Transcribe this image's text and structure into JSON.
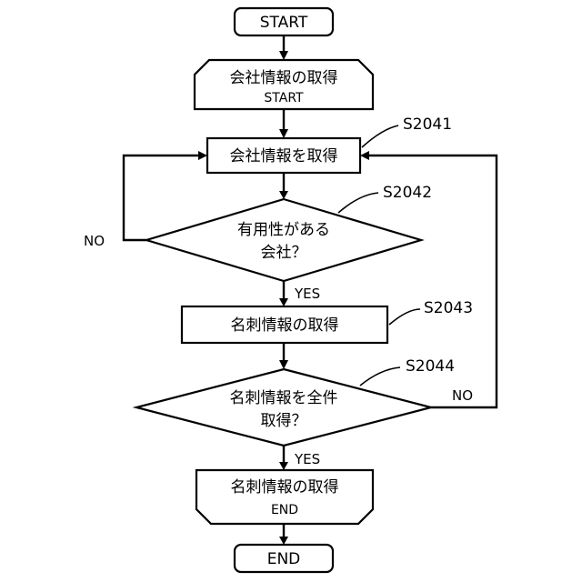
{
  "flowchart": {
    "start_terminal": "START",
    "end_terminal": "END",
    "loop_start": {
      "label": "会社情報の取得",
      "sublabel": "START"
    },
    "get_company": {
      "label": "会社情報を取得",
      "step": "S2041"
    },
    "decision_useful": {
      "line1": "有用性がある",
      "line2": "会社？",
      "step": "S2042",
      "no_label": "NO",
      "yes_label": "YES"
    },
    "get_card": {
      "label": "名刺情報の取得",
      "step": "S2043"
    },
    "decision_all": {
      "line1": "名刺情報を全件",
      "line2": "取得？",
      "step": "S2044",
      "no_label": "NO",
      "yes_label": "YES"
    },
    "loop_end": {
      "label": "名刺情報の取得",
      "sublabel": "END"
    }
  }
}
